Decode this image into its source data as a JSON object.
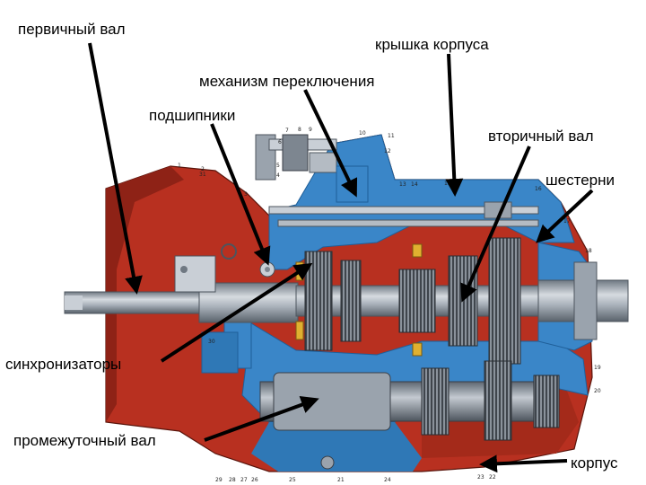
{
  "labels": {
    "primary_shaft": "первичный вал",
    "housing_cover": "крышка корпуса",
    "shift_mechanism": "механизм переключения",
    "bearings": "подшипники",
    "secondary_shaft": "вторичный вал",
    "gears": "шестерни",
    "synchronizers": "синхронизаторы",
    "countershaft": "промежуточный вал",
    "housing": "корпус"
  },
  "part_numbers": [
    "1",
    "2",
    "3",
    "4",
    "5",
    "6",
    "7",
    "8",
    "9",
    "10",
    "11",
    "12",
    "13",
    "14",
    "15",
    "16",
    "17",
    "18",
    "19",
    "20",
    "21",
    "22",
    "23",
    "24",
    "25",
    "26",
    "27",
    "28",
    "29",
    "30",
    "31"
  ],
  "colors": {
    "housing_red": "#b83020",
    "housing_red_dark": "#8e2216",
    "casing_blue": "#3a86c8",
    "casing_blue_dark": "#1f5f99",
    "shaft_gray": "#9aa3ad",
    "shaft_light": "#c9cfd6",
    "gear_dark": "#3a3f47",
    "bearing_yellow": "#e0b030",
    "arrow": "#000000"
  }
}
